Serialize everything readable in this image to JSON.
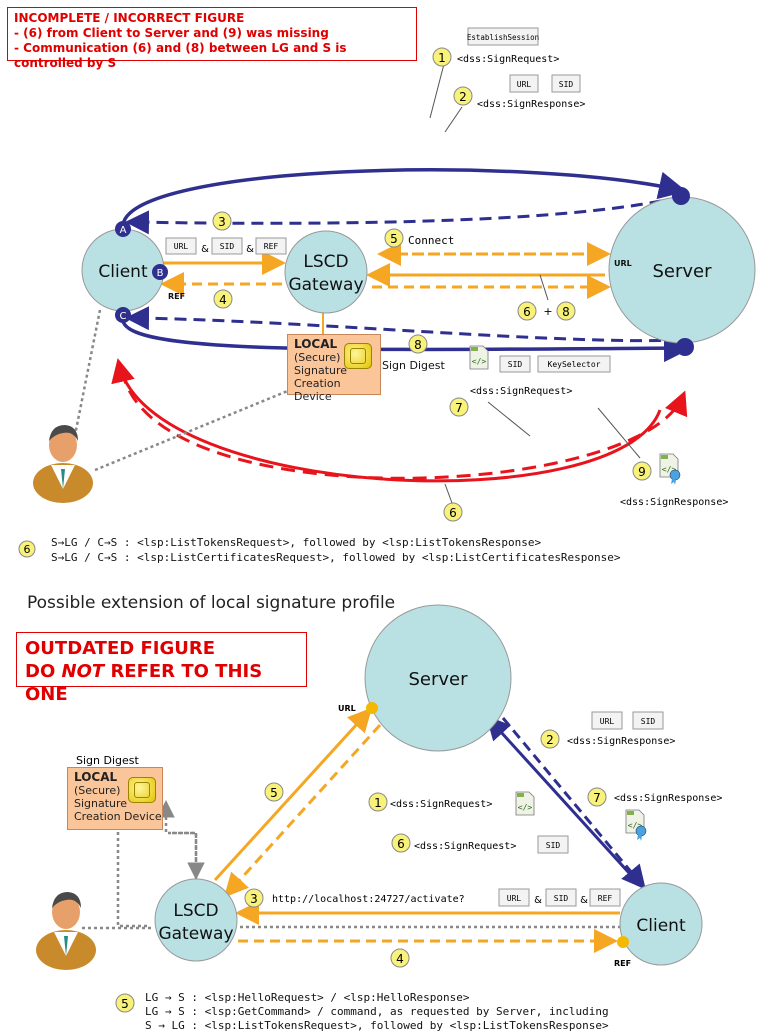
{
  "warning_top": {
    "title": "INCOMPLETE / INCORRECT FIGURE",
    "line1": "- (6) from Client to Server and (9) was missing",
    "line2": "- Communication (6) and (8) between LG and S is controlled by S"
  },
  "warning_bottom": {
    "line1": "OUTDATED FIGURE",
    "line2_pre": "DO ",
    "line2_em": "NOT",
    "line2_post": " REFER TO THIS ONE"
  },
  "heading": "Possible extension of local signature profile",
  "top_diagram": {
    "nodes": {
      "client": "Client",
      "gateway_line1": "LSCD",
      "gateway_line2": "Gateway",
      "server": "Server"
    },
    "ports": {
      "a": "A",
      "b": "B",
      "c": "C"
    },
    "labels": {
      "ref": "REF",
      "url": "URL",
      "amp": "&",
      "connect": "Connect",
      "plus": "+",
      "sign_digest": "Sign Digest",
      "sign_request": "<dss:SignRequest>",
      "sign_response": "<dss:SignResponse>",
      "sign_request_2": "<dss:SignRequest>",
      "sign_response_2": "<dss:SignResponse>"
    },
    "tags": {
      "establish": "EstablishSession",
      "url": "URL",
      "sid": "SID",
      "ref": "REF",
      "keyselector": "KeySelector"
    },
    "steps": {
      "s1": "1",
      "s2": "2",
      "s3": "3",
      "s4": "4",
      "s5": "5",
      "s6": "6",
      "s7": "7",
      "s8": "8",
      "s9": "9",
      "s6b": "6",
      "s8b": "8",
      "s6c": "6"
    },
    "card": {
      "title": "LOCAL",
      "line2": "(Secure)",
      "line3": "Signature",
      "line4": "Creation Device"
    }
  },
  "notes_top": {
    "step": "6",
    "line1": "S→LG / C→S : <lsp:ListTokensRequest>, followed by <lsp:ListTokensResponse>",
    "line2": "S→LG / C→S : <lsp:ListCertificatesRequest>, followed by <lsp:ListCertificatesResponse>"
  },
  "bottom_diagram": {
    "nodes": {
      "server": "Server",
      "gateway_line1": "LSCD",
      "gateway_line2": "Gateway",
      "client": "Client"
    },
    "labels": {
      "url": "URL",
      "ref": "REF",
      "sign_digest": "Sign Digest",
      "amp": "&",
      "activate": "http://localhost:24727/activate?",
      "sign_request": "<dss:SignRequest>",
      "sign_request_6": "<dss:SignRequest>",
      "sign_response": "<dss:SignResponse>",
      "sign_response_7": "<dss:SignResponse>"
    },
    "tags": {
      "url": "URL",
      "sid": "SID",
      "ref": "REF"
    },
    "steps": {
      "s1": "1",
      "s2": "2",
      "s3": "3",
      "s4": "4",
      "s5": "5",
      "s6": "6",
      "s7": "7"
    },
    "card": {
      "title": "LOCAL",
      "line2": "(Secure)",
      "line3": "Signature",
      "line4": "Creation Device"
    }
  },
  "notes_bottom": {
    "step": "5",
    "line1": "LG → S : <lsp:HelloRequest> / <lsp:HelloResponse>",
    "line2": "LG → S : <lsp:GetCommand> / command, as requested by Server, including",
    "line3": "S → LG : <lsp:ListTokensRequest>, followed by <lsp:ListTokensResponse>"
  },
  "colors": {
    "node_fill": "#b9e1e4",
    "orange": "#f5a623",
    "navy": "#2e2f8f",
    "red": "#e8141b",
    "step_fill": "#f8f27a",
    "card_fill": "#fbc59a",
    "warn": "#e00000"
  }
}
